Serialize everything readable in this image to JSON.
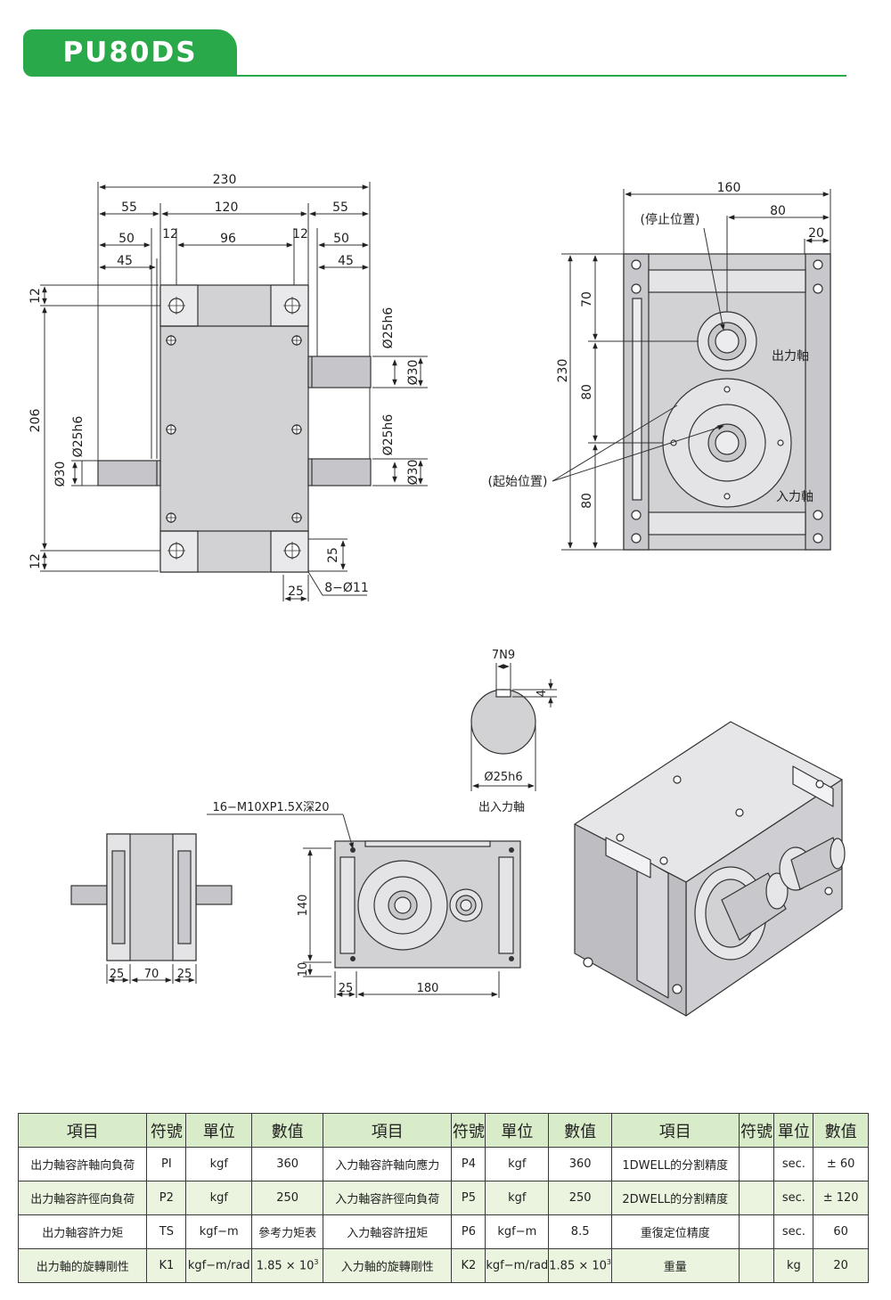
{
  "header": {
    "title": "PU80DS"
  },
  "front_view": {
    "dims": {
      "overall_width": "230",
      "left_shaft": "55",
      "body_width": "120",
      "right_shaft": "55",
      "left_50": "50",
      "left_12": "12",
      "hole_spacing": "96",
      "right_12": "12",
      "right_50": "50",
      "left_45": "45",
      "right_45": "45",
      "height_206": "206",
      "top_12": "12",
      "bottom_12": "12",
      "shaft_dia_h6": "Ø25h6",
      "shaft_dia_30": "Ø30",
      "foot_25": "25",
      "foot_25b": "25",
      "holes": "8−Ø11"
    }
  },
  "side_view": {
    "dims": {
      "width_160": "160",
      "offset_80": "80",
      "offset_20": "20",
      "height_230": "230",
      "h_70": "70",
      "h_80a": "80",
      "h_80b": "80"
    },
    "labels": {
      "stop": "(停止位置)",
      "start": "(起始位置)",
      "output": "出力軸",
      "input": "入力軸"
    }
  },
  "keyway": {
    "width": "7N9",
    "depth": "4",
    "diameter": "Ø25h6",
    "label": "出入力軸"
  },
  "bottom_views": {
    "left_dims": {
      "a": "25",
      "b": "70",
      "c": "25"
    },
    "top_dims": {
      "thread": "16−M10XP1.5X深20",
      "h140": "140",
      "h10": "10",
      "w25": "25",
      "w180": "180"
    }
  },
  "table": {
    "headers": [
      "項目",
      "符號",
      "單位",
      "數值",
      "項目",
      "符號",
      "單位",
      "數值",
      "項目",
      "符號",
      "單位",
      "數值"
    ],
    "rows": [
      [
        "出力軸容許軸向負荷",
        "PI",
        "kgf",
        "360",
        "入力軸容許軸向應力",
        "P4",
        "kgf",
        "360",
        "1DWELL的分割精度",
        "",
        "sec.",
        "± 60"
      ],
      [
        "出力軸容許徑向負荷",
        "P2",
        "kgf",
        "250",
        "入力軸容許徑向負荷",
        "P5",
        "kgf",
        "250",
        "2DWELL的分割精度",
        "",
        "sec.",
        "± 120"
      ],
      [
        "出力軸容許力矩",
        "TS",
        "kgf−m",
        "參考力矩表",
        "入力軸容許扭矩",
        "P6",
        "kgf−m",
        "8.5",
        "重復定位精度",
        "",
        "sec.",
        "60"
      ],
      [
        "出力軸的旋轉剛性",
        "K1",
        "kgf−m/rad",
        "1.85 × 10",
        "入力軸的旋轉剛性",
        "K2",
        "kgf−m/rad",
        "1.85 × 10",
        "重量",
        "",
        "kg",
        "20"
      ]
    ],
    "superscript": "3"
  },
  "colors": {
    "brand_green": "#29a94a",
    "header_row": "#d9ecc9",
    "alt_row": "#eaf4df",
    "body_fill": "#d2d2d5"
  }
}
